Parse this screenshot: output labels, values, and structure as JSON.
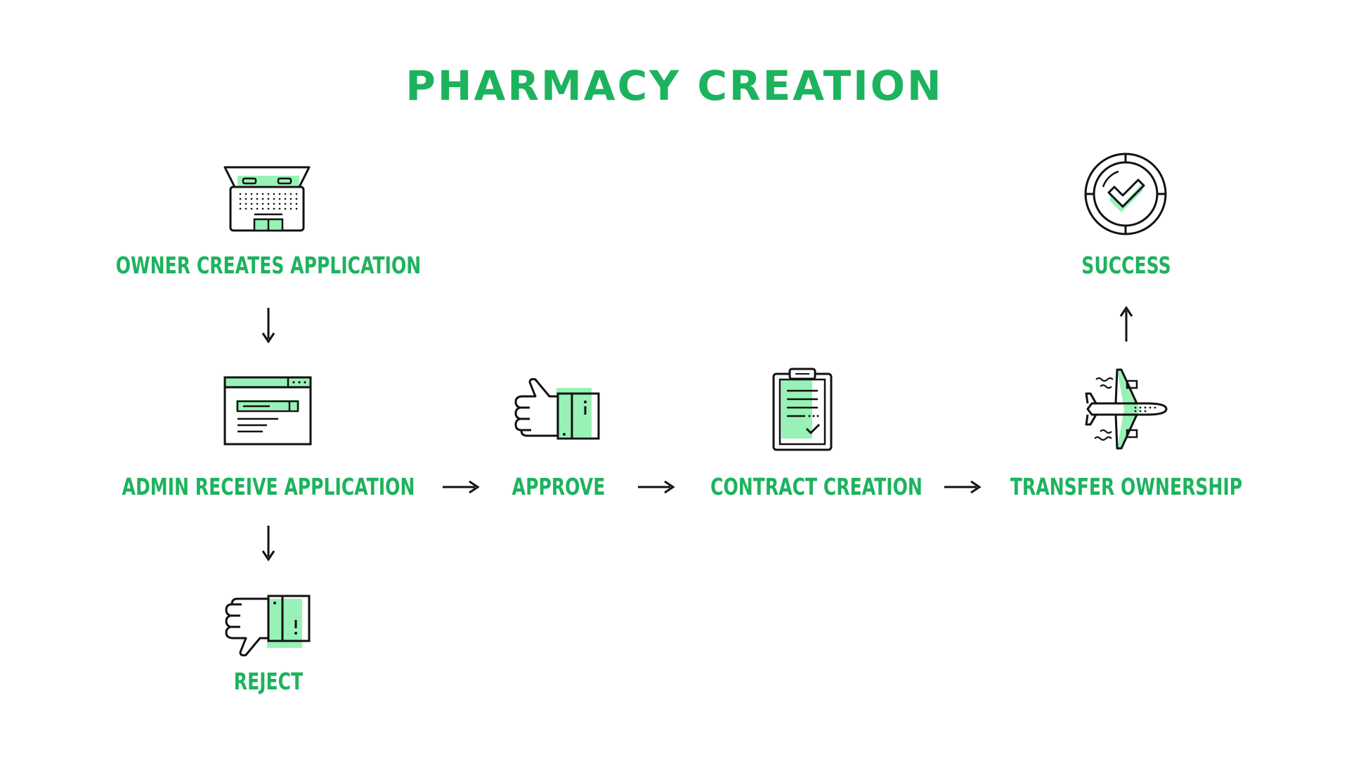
{
  "title": "PHARMACY CREATION",
  "colors": {
    "accent": "#1db35e",
    "highlight": "#98f2b8",
    "stroke": "#111111"
  },
  "nodes": [
    {
      "id": "owner",
      "label": "OWNER CREATES APPLICATION",
      "icon": "laptop-icon"
    },
    {
      "id": "admin",
      "label": "ADMIN RECEIVE APPLICATION",
      "icon": "browser-window-icon"
    },
    {
      "id": "reject",
      "label": "REJECT",
      "icon": "thumbs-down-icon"
    },
    {
      "id": "approve",
      "label": "APPROVE",
      "icon": "thumbs-up-icon"
    },
    {
      "id": "contract",
      "label": "CONTRACT CREATION",
      "icon": "clipboard-icon"
    },
    {
      "id": "transfer",
      "label": "TRANSFER OWNERSHIP",
      "icon": "airplane-icon"
    },
    {
      "id": "success",
      "label": "SUCCESS",
      "icon": "check-badge-icon"
    }
  ],
  "edges": [
    {
      "from": "owner",
      "to": "admin"
    },
    {
      "from": "admin",
      "to": "reject"
    },
    {
      "from": "admin",
      "to": "approve"
    },
    {
      "from": "approve",
      "to": "contract"
    },
    {
      "from": "contract",
      "to": "transfer"
    },
    {
      "from": "transfer",
      "to": "success"
    }
  ]
}
